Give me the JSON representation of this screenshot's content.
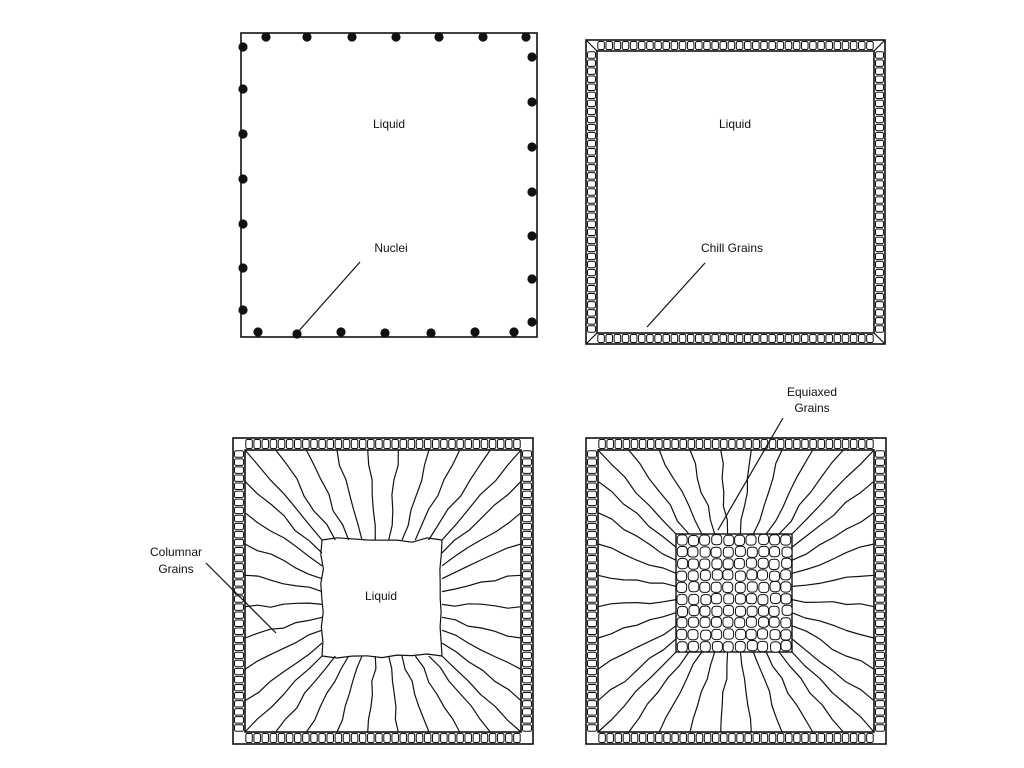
{
  "panels": {
    "nuclei": {
      "liquid_label": "Liquid",
      "pointer_label": "Nuclei"
    },
    "chill": {
      "liquid_label": "Liquid",
      "pointer_label": "Chill Grains"
    },
    "columnar": {
      "liquid_label": "Liquid",
      "pointer_label_line1": "Columnar",
      "pointer_label_line2": "Grains"
    },
    "equiaxed": {
      "pointer_label_line1": "Equiaxed",
      "pointer_label_line2": "Grains"
    }
  },
  "colors": {
    "ink": "#111111",
    "background": "#ffffff"
  }
}
